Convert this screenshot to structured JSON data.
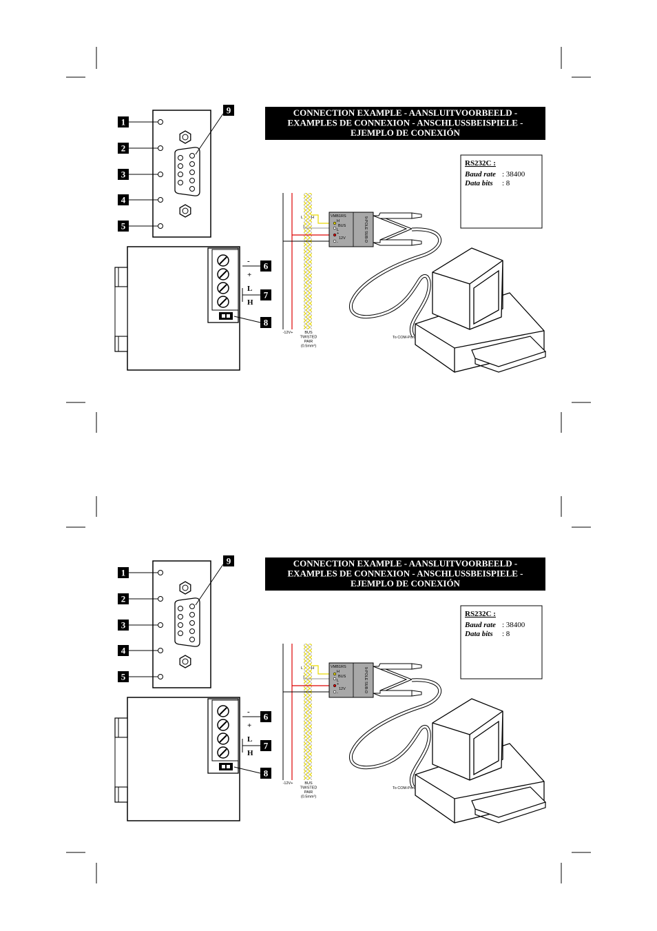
{
  "title_lines": [
    "CONNECTION EXAMPLE - AANSLUITVOORBEELD -",
    "EXAMPLES DE CONNEXION - ANSCHLUSSBEISPIELE -",
    "EJEMPLO DE CONEXIÓN"
  ],
  "callouts": [
    "1",
    "2",
    "3",
    "4",
    "5",
    "6",
    "7",
    "8",
    "9"
  ],
  "terminal_labels": [
    "-",
    "+",
    "L",
    "H"
  ],
  "rs232": {
    "heading": "RS232C :",
    "baud_label": "Baud rate",
    "baud_value": ": 38400",
    "bits_label": "Data bits",
    "bits_value": ": 8"
  },
  "wiring": {
    "module": "VMB1RS",
    "bus_h": "H",
    "bus_l": "L",
    "bus": "BUS",
    "pwr_minus": "-",
    "pwr_plus": "+",
    "pwr_12v": "12V",
    "plug": "9-POLE SUB-D",
    "lh_l": "L",
    "lh_h": "H",
    "supply": "-12V+",
    "twisted": [
      "BUS",
      "TWISTED",
      "PAIR",
      "(0.5mm²)"
    ],
    "com": "To COM-Port"
  },
  "colors": {
    "yellow": "#e8d800",
    "red": "#dd0000",
    "grey": "#909090",
    "module": "#a8a8a8"
  }
}
